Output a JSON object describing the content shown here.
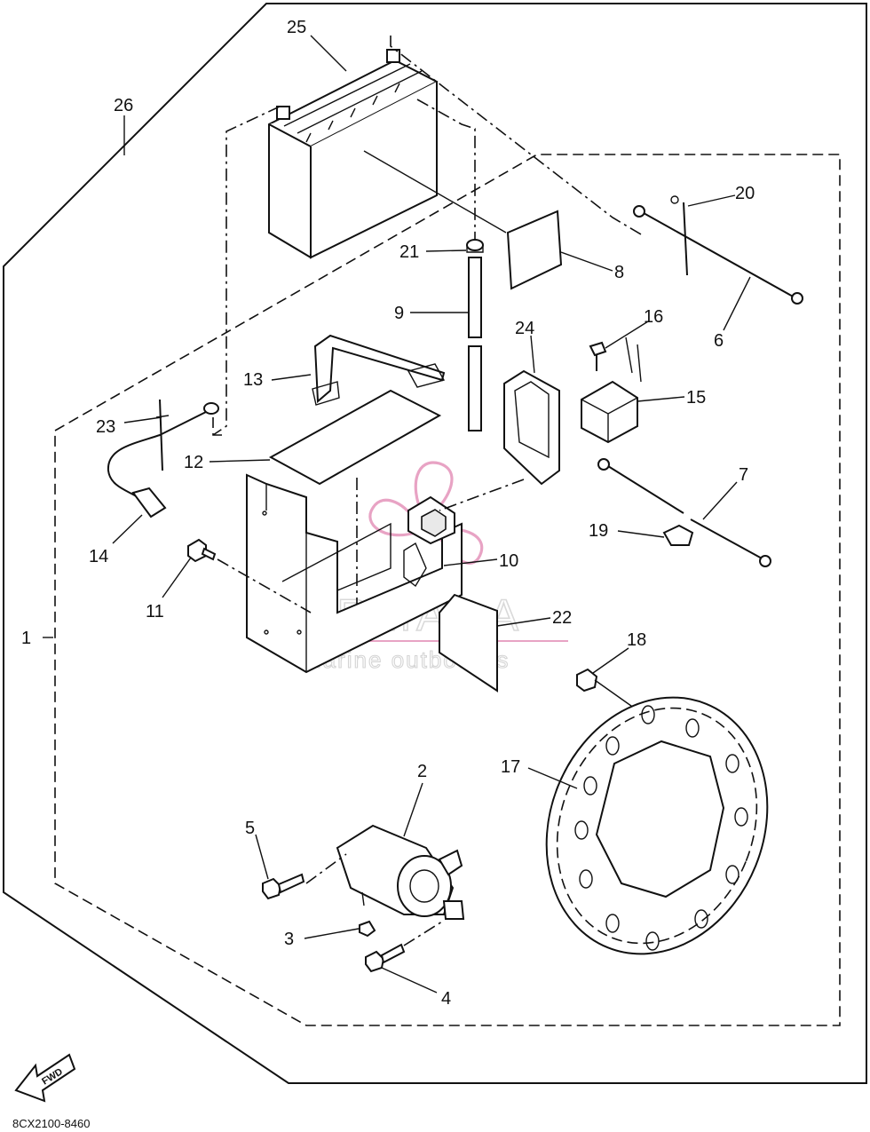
{
  "diagram": {
    "part_numbers": {
      "p1": "1",
      "p2": "2",
      "p3": "3",
      "p4": "4",
      "p5": "5",
      "p6": "6",
      "p7": "7",
      "p8": "8",
      "p9": "9",
      "p10": "10",
      "p11": "11",
      "p12": "12",
      "p13": "13",
      "p14": "14",
      "p15": "15",
      "p16": "16",
      "p17": "17",
      "p18": "18",
      "p19": "19",
      "p20": "20",
      "p21": "21",
      "p22": "22",
      "p23": "23",
      "p24": "24",
      "p25": "25",
      "p26": "26"
    },
    "fwd_label": "FWD",
    "drawing_code": "8CX2100-8460"
  },
  "watermark": {
    "brand": "ARMADA",
    "tagline": "marine outboards",
    "accent_color": "#e8a3c4"
  }
}
